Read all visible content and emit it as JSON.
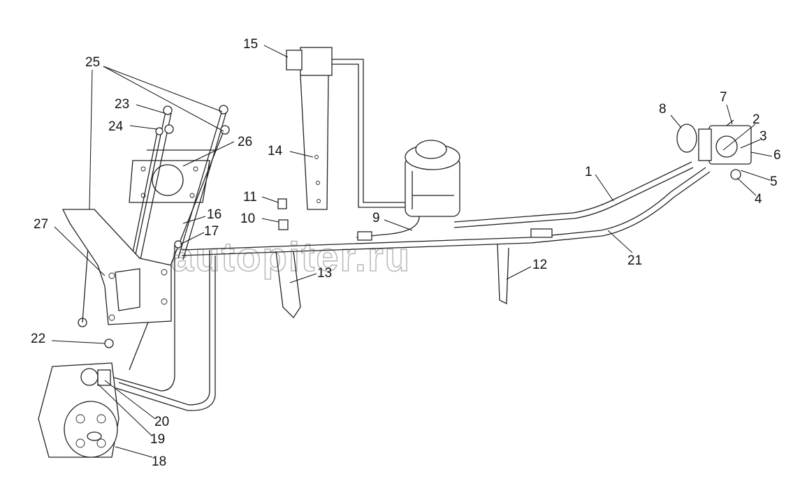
{
  "watermark": "autopiter.ru",
  "callouts": {
    "c1": "1",
    "c2": "2",
    "c3": "3",
    "c4": "4",
    "c5": "5",
    "c6": "6",
    "c7": "7",
    "c8": "8",
    "c9": "9",
    "c10": "10",
    "c11": "11",
    "c12": "12",
    "c13": "13",
    "c14": "14",
    "c15": "15",
    "c16": "16",
    "c17": "17",
    "c18": "18",
    "c19": "19",
    "c20": "20",
    "c21": "21",
    "c22": "22",
    "c23": "23",
    "c24": "24",
    "c25": "25",
    "c26": "26",
    "c27": "27"
  }
}
